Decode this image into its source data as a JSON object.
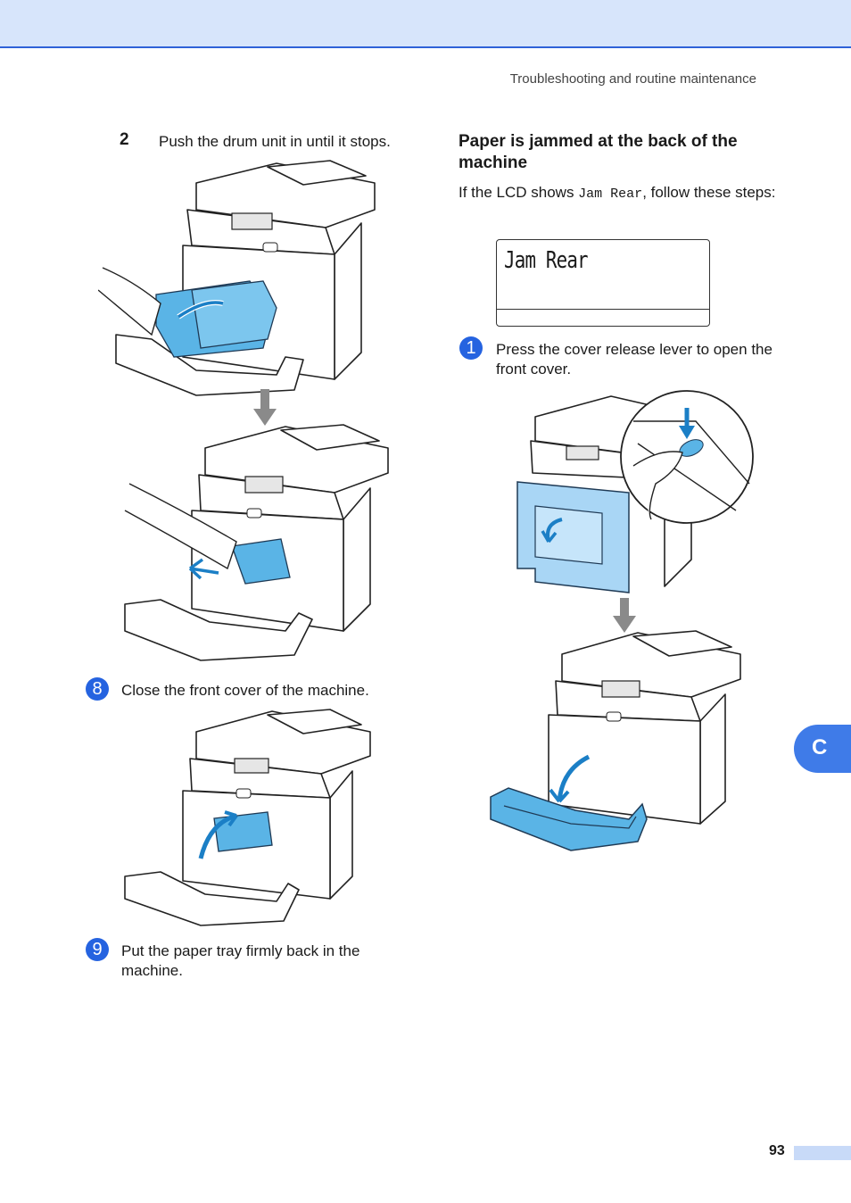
{
  "header": {
    "running_head": "Troubleshooting and routine maintenance"
  },
  "left_column": {
    "step_2": {
      "number": "2",
      "text": "Push the drum unit in until it stops."
    },
    "step_8": {
      "number": "8",
      "text": "Close the front cover of the machine."
    },
    "step_9": {
      "number": "9",
      "text": "Put the paper tray firmly back in the machine."
    }
  },
  "right_column": {
    "heading": "Paper is jammed at the back of the machine",
    "intro_prefix": "If the LCD shows ",
    "intro_code": "Jam Rear",
    "intro_suffix": ", follow these steps:",
    "lcd_text": "Jam Rear",
    "step_1": {
      "number": "1",
      "text": "Press the cover release lever to open the front cover."
    }
  },
  "side_tab": {
    "label": "C"
  },
  "footer": {
    "page_number": "93"
  },
  "colors": {
    "accent_blue": "#2563e0",
    "highlight_cyan": "#5ab4e6",
    "arrow_gray": "#8a8a8a"
  }
}
